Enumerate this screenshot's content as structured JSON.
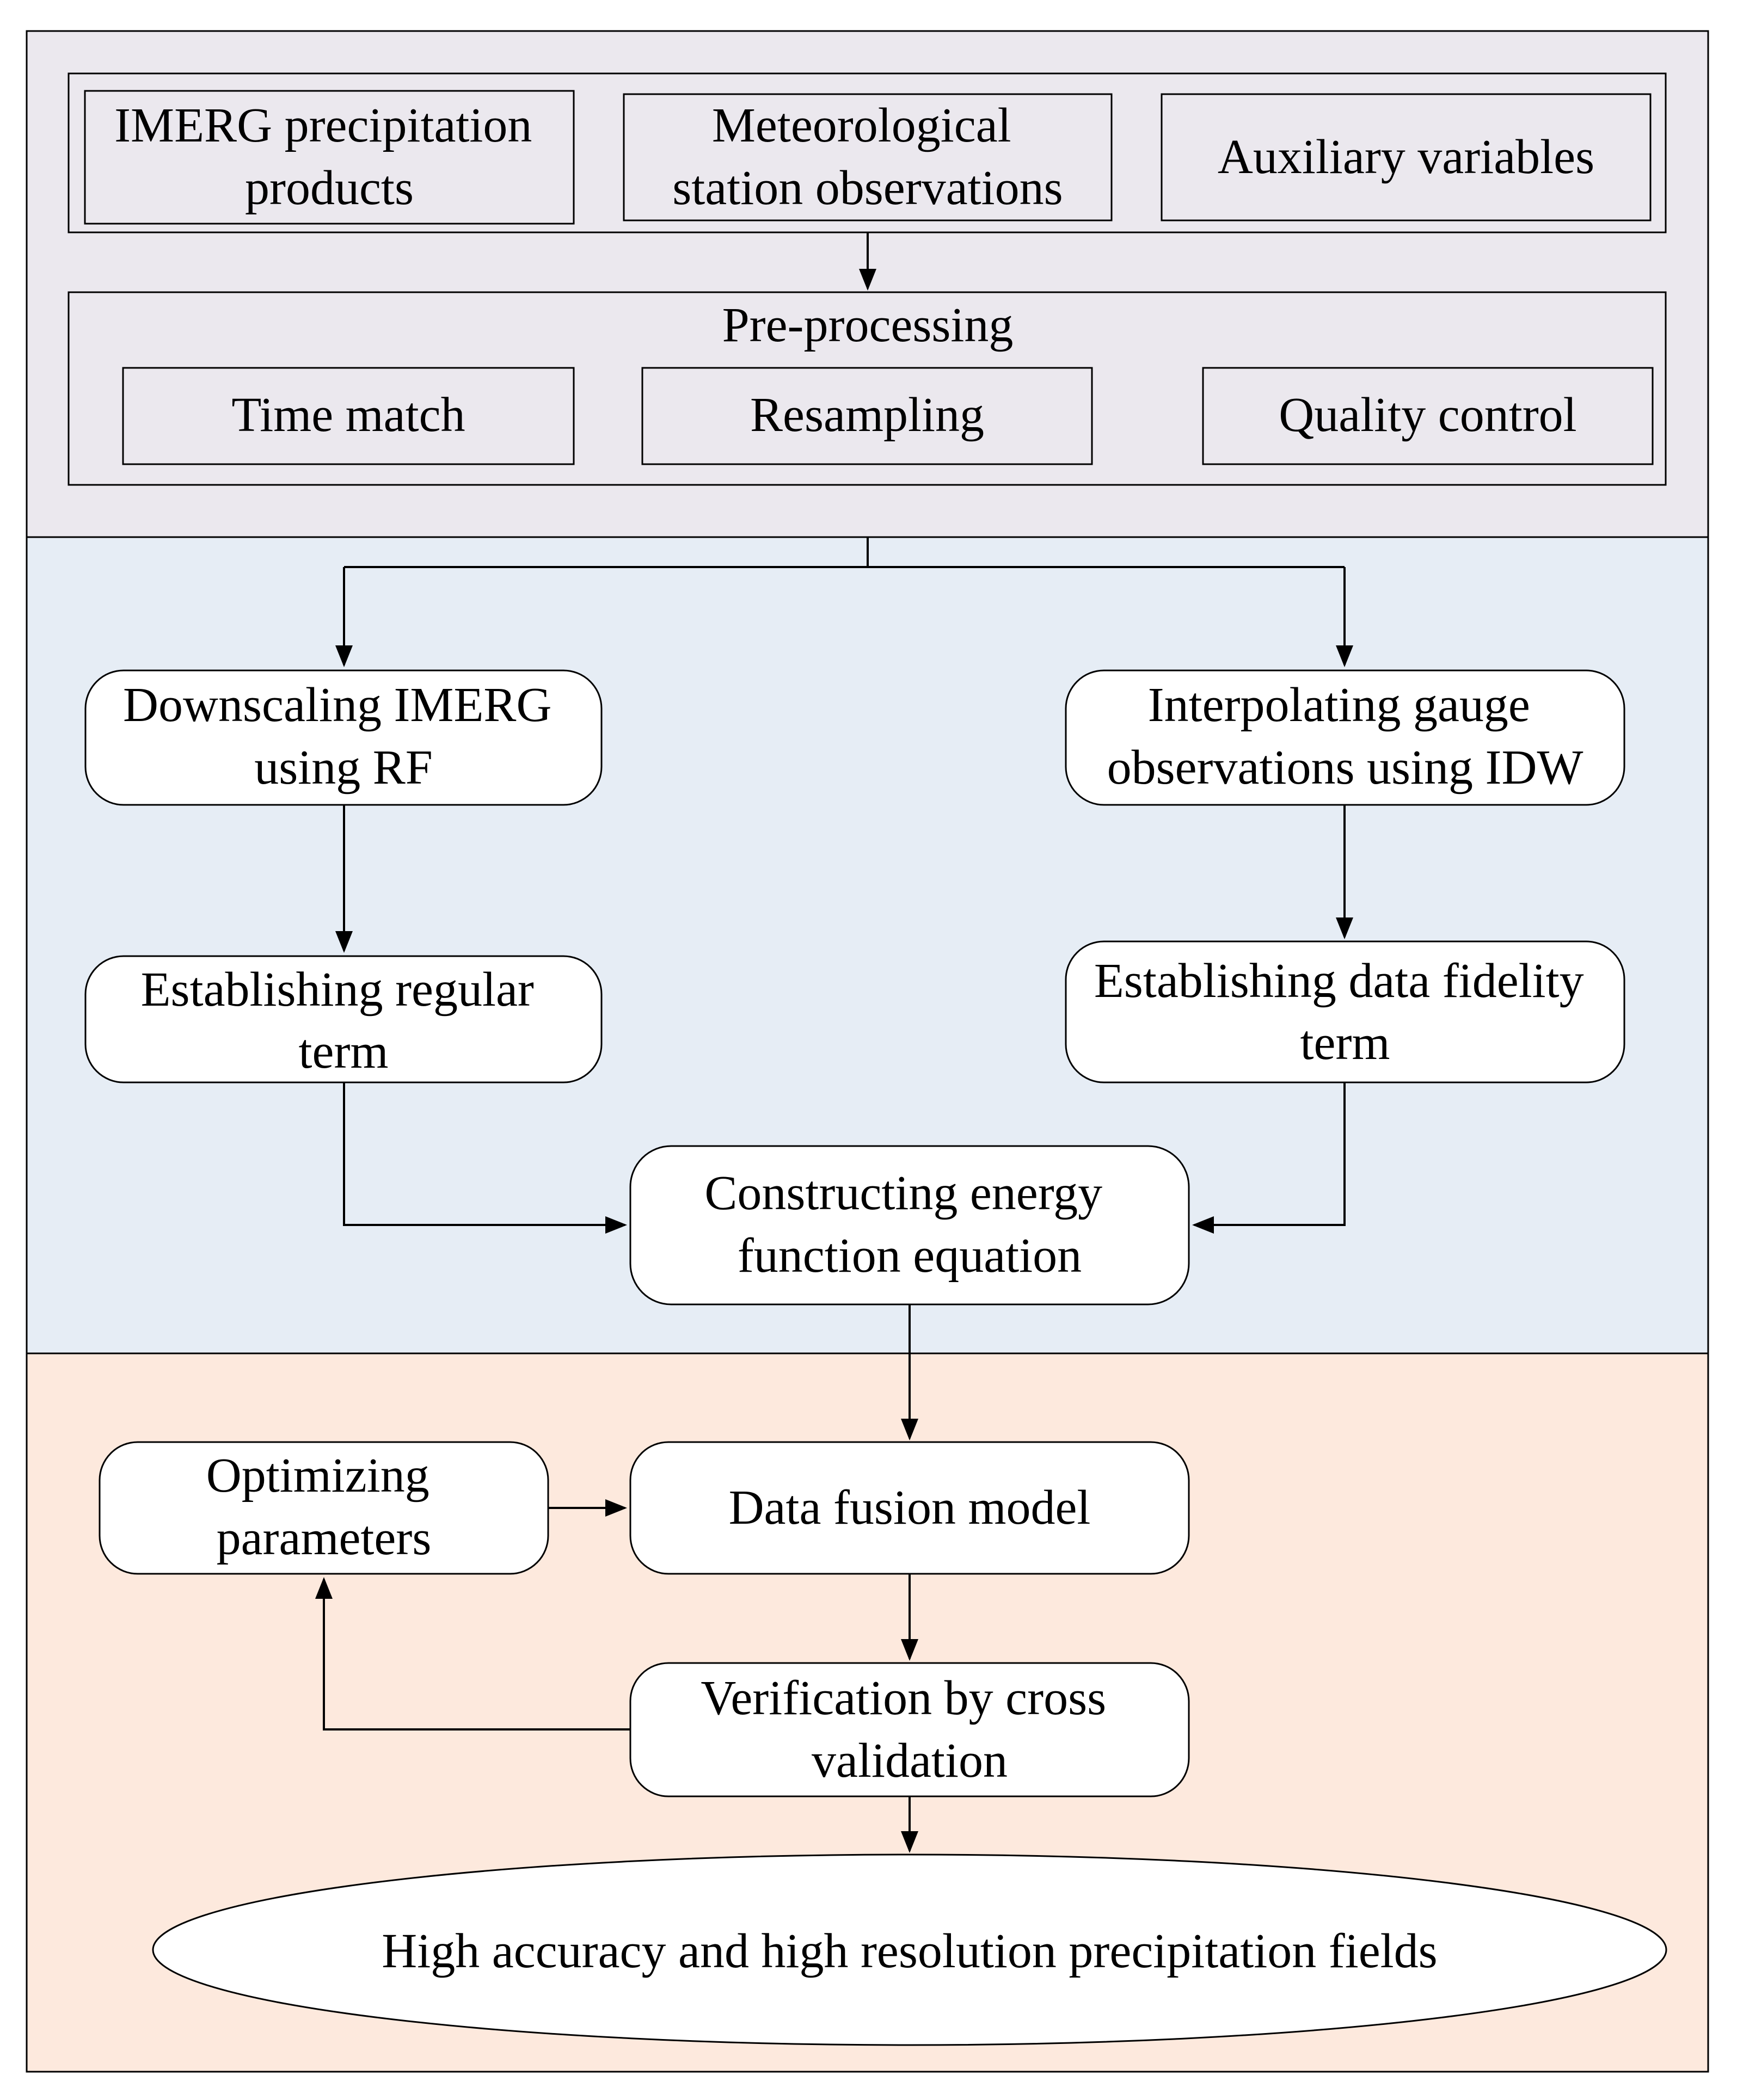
{
  "inputs": {
    "imerg": [
      "IMERG precipitation",
      "products"
    ],
    "stations": [
      "Meteorological",
      "station observations"
    ],
    "auxiliary": [
      "Auxiliary variables"
    ]
  },
  "preprocessing": {
    "title": "Pre-processing",
    "time_match": "Time match",
    "resampling": "Resampling",
    "quality_control": "Quality control"
  },
  "fusion": {
    "downscaling": [
      "Downscaling IMERG",
      "using RF"
    ],
    "interpolating": [
      "Interpolating gauge",
      "observations using IDW"
    ],
    "regular_term": [
      "Establishing regular",
      "term"
    ],
    "fidelity_term": [
      "Establishing data fidelity",
      "term"
    ],
    "energy_function": [
      "Constructing energy",
      "function equation"
    ]
  },
  "modeling": {
    "optimizing": [
      "Optimizing",
      "parameters"
    ],
    "data_fusion_model": "Data fusion model",
    "verification": [
      "Verification by cross",
      "validation"
    ],
    "output": "High accuracy and high resolution precipitation fields"
  },
  "colors": {
    "section1_bg": "#ebe8ee",
    "section2_bg": "#e6edf5",
    "section3_bg": "#fde9dd",
    "box_fill": "#ffffff",
    "stroke": "#000000"
  }
}
